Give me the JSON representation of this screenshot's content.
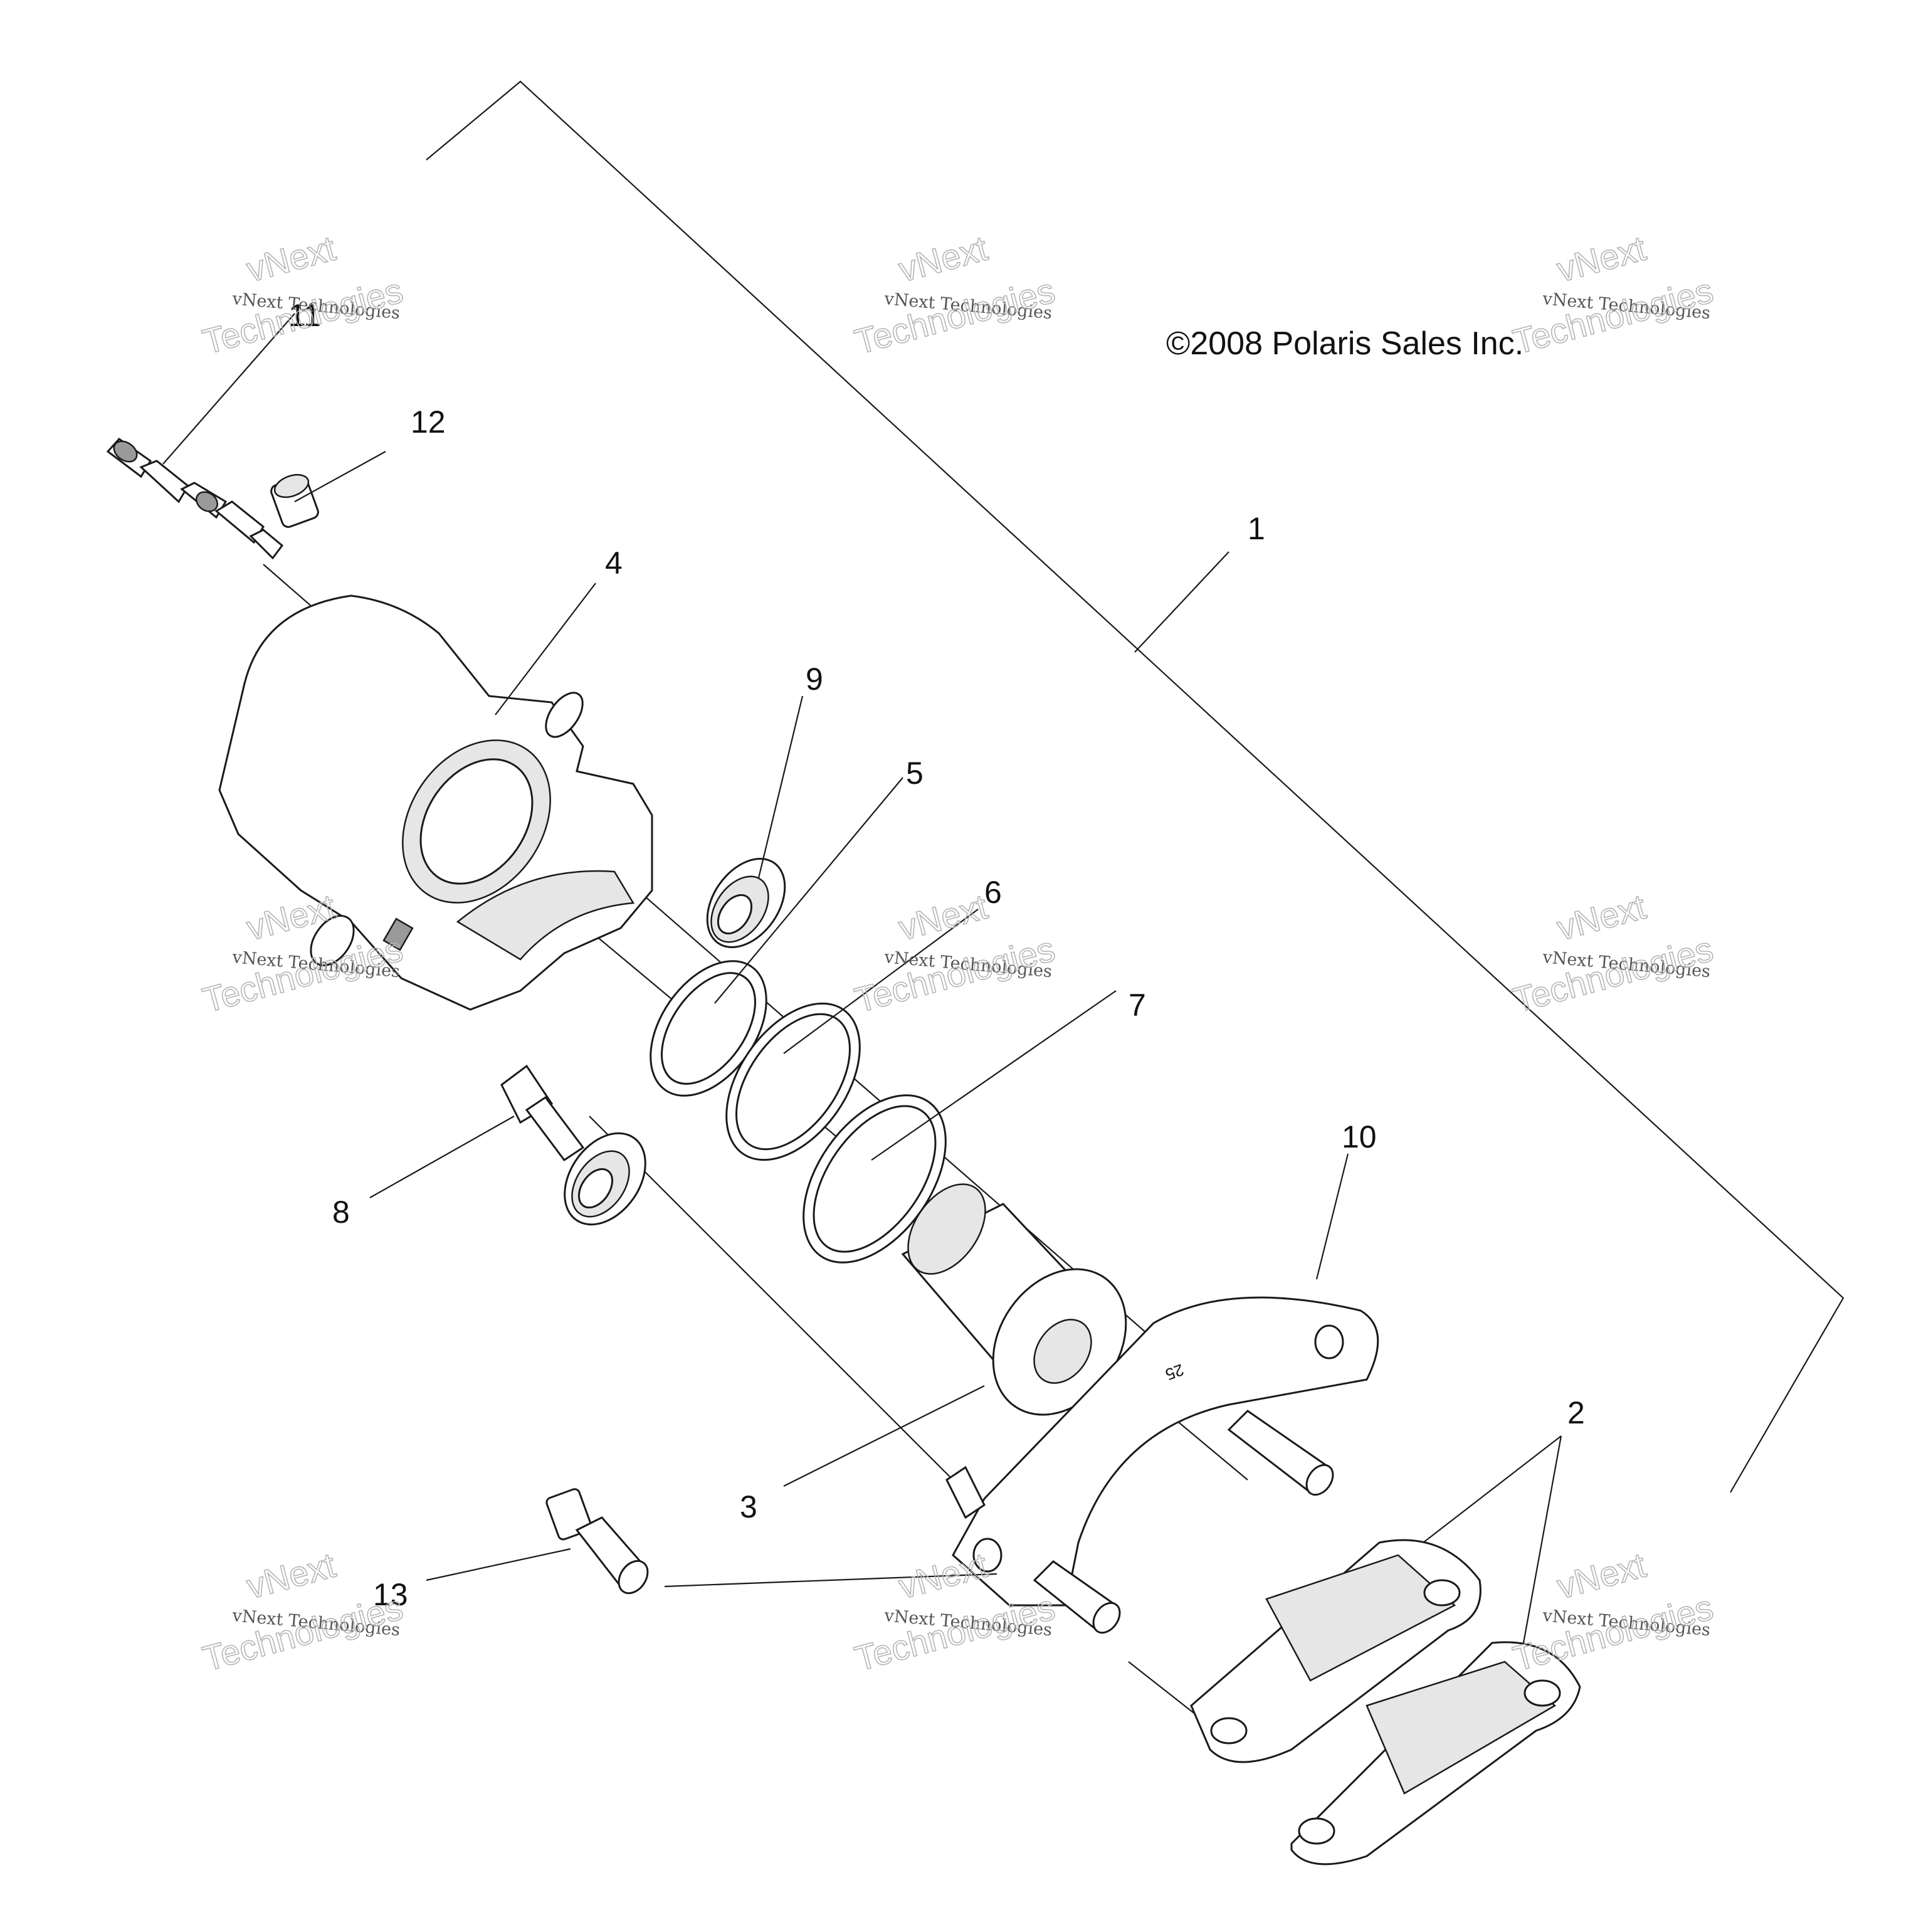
{
  "copyright": "©2008 Polaris Sales Inc.",
  "callouts": {
    "c1": "1",
    "c2": "2",
    "c3": "3",
    "c4": "4",
    "c5": "5",
    "c6": "6",
    "c7": "7",
    "c8": "8",
    "c9": "9",
    "c10": "10",
    "c11": "11",
    "c12": "12",
    "c13": "13"
  },
  "part_stamp": "25",
  "watermark": {
    "line1": "vNext",
    "line2": "vNext Technologies",
    "line3": "Technologies"
  }
}
